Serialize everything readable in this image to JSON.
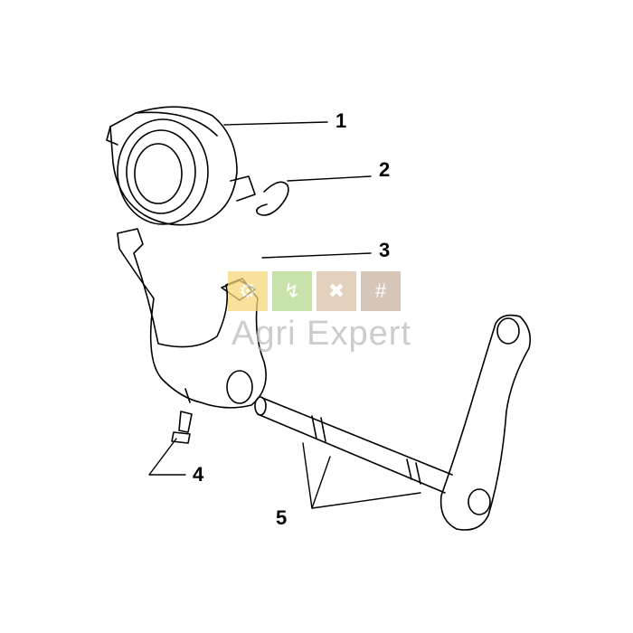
{
  "callouts": [
    {
      "number": "1",
      "part": "release-bearing"
    },
    {
      "number": "2",
      "part": "retaining-clip"
    },
    {
      "number": "3",
      "part": "release-fork"
    },
    {
      "number": "4",
      "part": "screw"
    },
    {
      "number": "5",
      "part": "shaft-and-lever"
    }
  ],
  "watermark": {
    "text": "Agri Expert",
    "tile_colors": [
      "#f5d77a",
      "#b7d98f",
      "#dcc2a8",
      "#c9b3a3"
    ],
    "icons": [
      "tractor-icon",
      "wheelbarrow-icon",
      "tools-icon",
      "fence-icon"
    ]
  }
}
